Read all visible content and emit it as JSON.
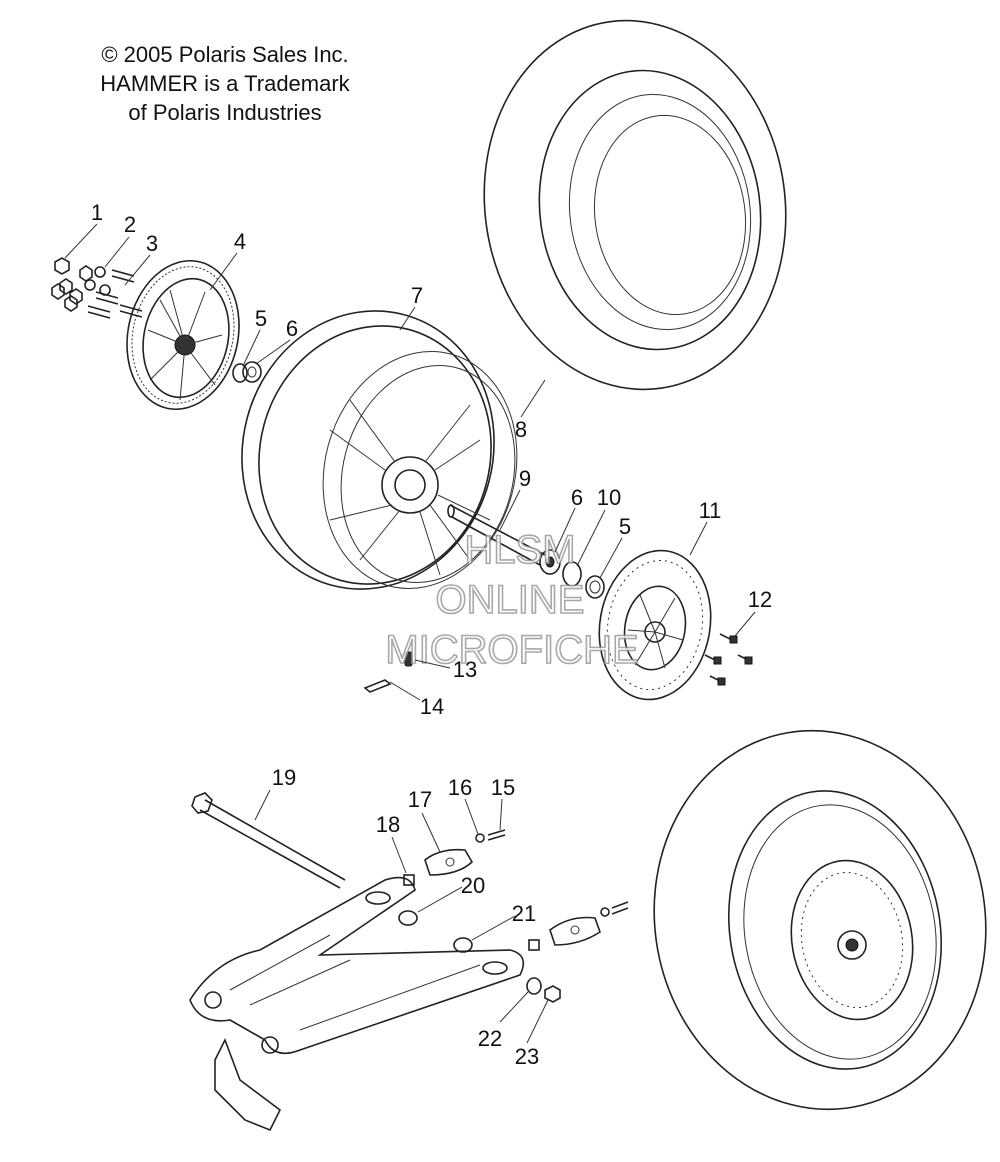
{
  "copyright": {
    "line1": "© 2005 Polaris Sales Inc.",
    "line2": "HAMMER is a Trademark",
    "line3": "of Polaris Industries"
  },
  "watermark": {
    "line1": "HLSM",
    "line2": "ONLINE",
    "line3": "MICROFICHE"
  },
  "callouts": [
    "1",
    "2",
    "3",
    "4",
    "5",
    "6",
    "7",
    "8",
    "9",
    "6",
    "10",
    "5",
    "11",
    "12",
    "13",
    "14",
    "19",
    "17",
    "16",
    "15",
    "18",
    "20",
    "21",
    "22",
    "23"
  ],
  "colors": {
    "ink": "#222222",
    "background": "#ffffff",
    "watermark": "#9a9a9a"
  }
}
